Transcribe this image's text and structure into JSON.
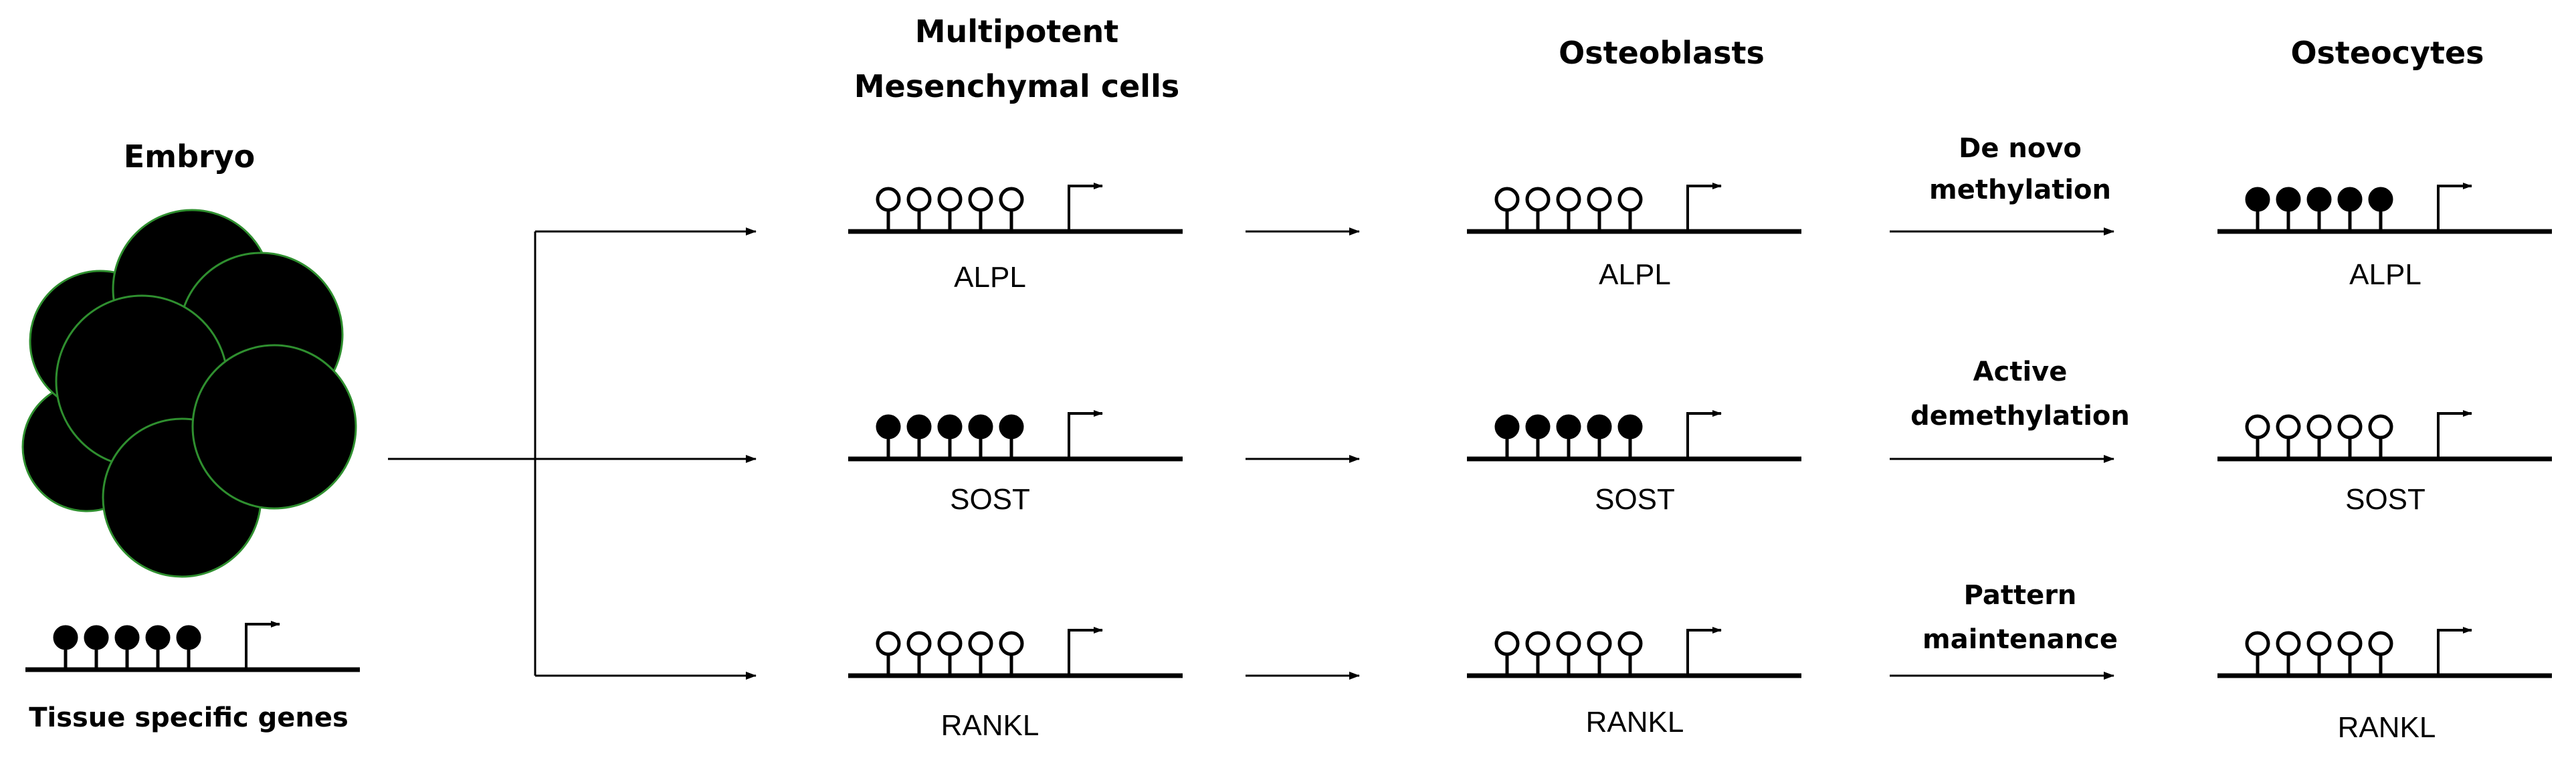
{
  "headers": {
    "embryo": "Embryo",
    "msc_line1": "Multipotent",
    "msc_line2": "Mesenchymal cells",
    "osteoblasts": "Osteoblasts",
    "osteocytes": "Osteocytes"
  },
  "embryo_gene_label": "Tissue specific genes",
  "genes": [
    "ALPL",
    "SOST",
    "RANKL"
  ],
  "processes": [
    {
      "line1": "De novo",
      "line2": "methylation"
    },
    {
      "line1": "Active",
      "line2": "demethylation"
    },
    {
      "line1": "Pattern",
      "line2": "maintenance"
    }
  ],
  "methylation_states": {
    "embryo": "methylated",
    "msc": [
      "unmethylated",
      "methylated",
      "unmethylated"
    ],
    "osteoblasts": [
      "unmethylated",
      "methylated",
      "unmethylated"
    ],
    "osteocytes": [
      "methylated",
      "unmethylated",
      "unmethylated"
    ]
  },
  "colors": {
    "ink": "#000000",
    "cell_edge": "#2f8f2f",
    "background": "#ffffff"
  }
}
